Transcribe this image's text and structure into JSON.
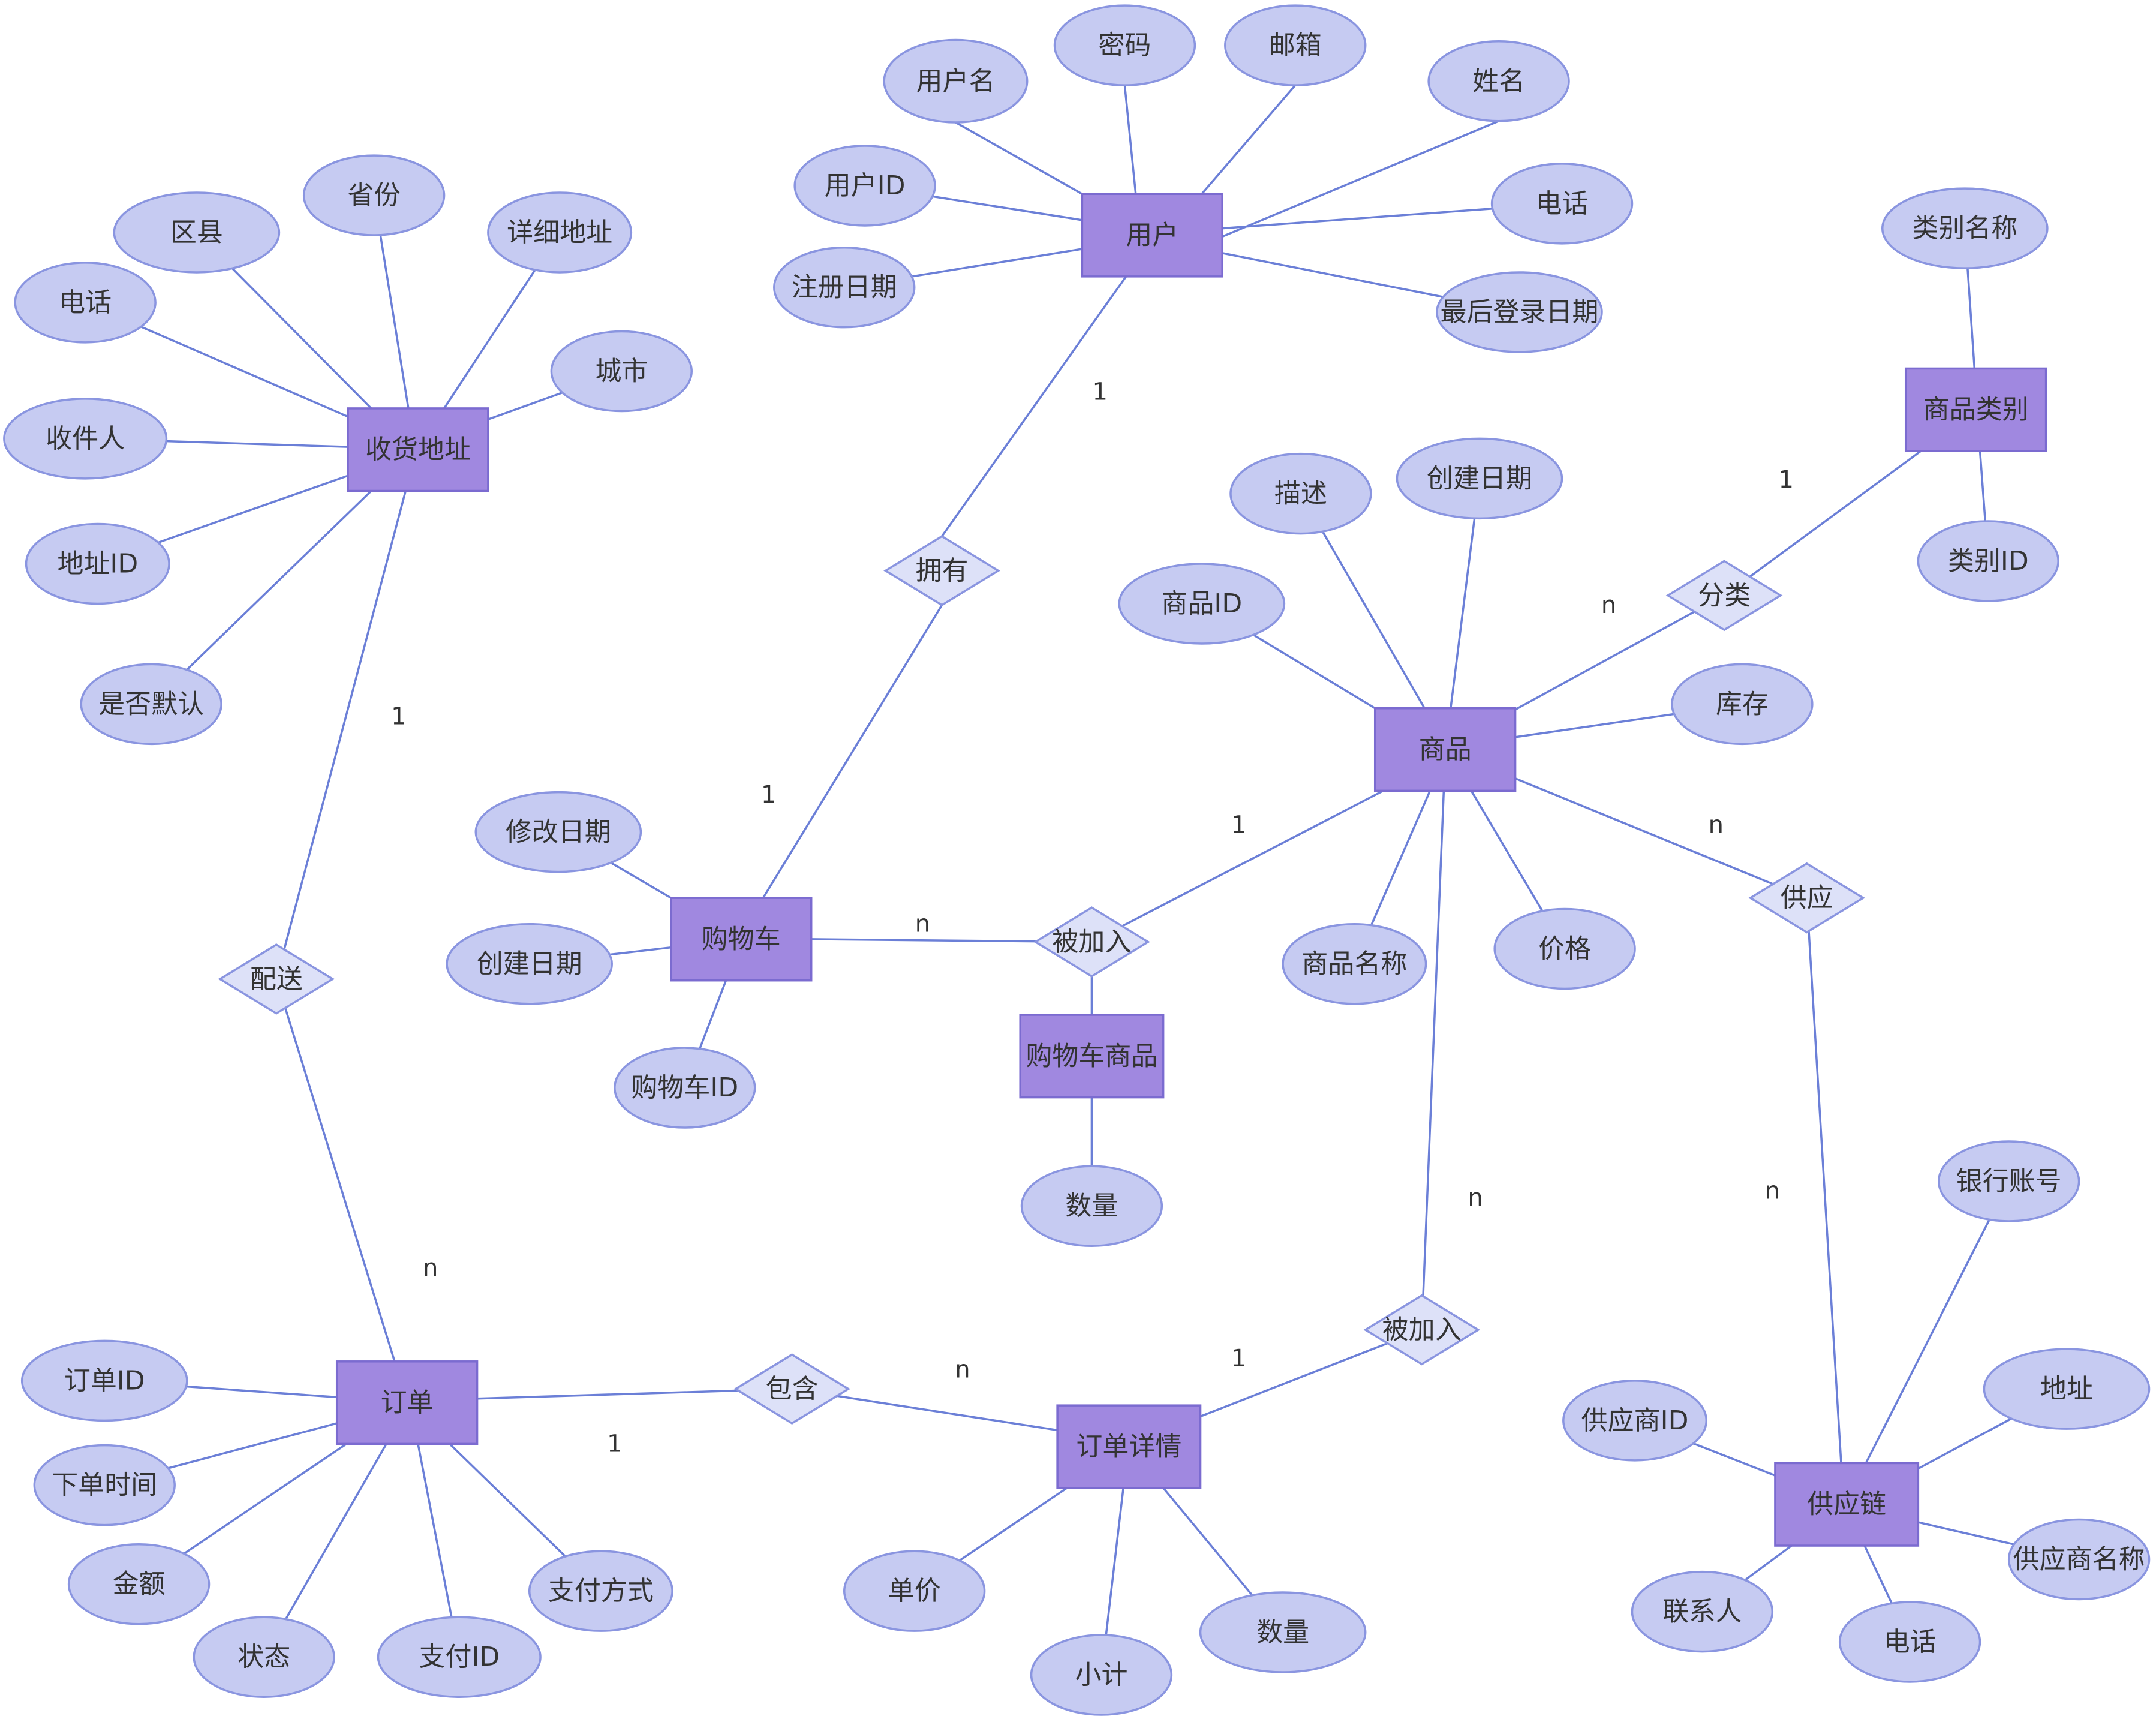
{
  "colors": {
    "entity_fill": "#a088e0",
    "attribute_fill": "#c6cbf2",
    "relationship_fill": "#dde1f8",
    "line": "#6b7fd7",
    "text": "#333333"
  },
  "entities": [
    {
      "id": "user",
      "label": "用户"
    },
    {
      "id": "address",
      "label": "收货地址"
    },
    {
      "id": "category",
      "label": "商品类别"
    },
    {
      "id": "product",
      "label": "商品"
    },
    {
      "id": "cart",
      "label": "购物车"
    },
    {
      "id": "cart_item",
      "label": "购物车商品"
    },
    {
      "id": "order",
      "label": "订单"
    },
    {
      "id": "order_detail",
      "label": "订单详情"
    },
    {
      "id": "supply",
      "label": "供应链"
    }
  ],
  "relationships": [
    {
      "id": "r_own",
      "label": "拥有"
    },
    {
      "id": "r_classify",
      "label": "分类"
    },
    {
      "id": "r_cart_add",
      "label": "被加入"
    },
    {
      "id": "r_supply",
      "label": "供应"
    },
    {
      "id": "r_deliver",
      "label": "配送"
    },
    {
      "id": "r_contain",
      "label": "包含"
    },
    {
      "id": "r_detail_add",
      "label": "被加入"
    }
  ],
  "attributes": [
    {
      "id": "u_name",
      "label": "用户名",
      "entity": "user"
    },
    {
      "id": "u_pwd",
      "label": "密码",
      "entity": "user"
    },
    {
      "id": "u_mail",
      "label": "邮箱",
      "entity": "user"
    },
    {
      "id": "u_real",
      "label": "姓名",
      "entity": "user"
    },
    {
      "id": "u_id",
      "label": "用户ID",
      "entity": "user"
    },
    {
      "id": "u_phone",
      "label": "电话",
      "entity": "user"
    },
    {
      "id": "u_reg",
      "label": "注册日期",
      "entity": "user"
    },
    {
      "id": "u_last",
      "label": "最后登录日期",
      "entity": "user"
    },
    {
      "id": "a_district",
      "label": "区县",
      "entity": "address"
    },
    {
      "id": "a_prov",
      "label": "省份",
      "entity": "address"
    },
    {
      "id": "a_detail",
      "label": "详细地址",
      "entity": "address"
    },
    {
      "id": "a_phone",
      "label": "电话",
      "entity": "address"
    },
    {
      "id": "a_city",
      "label": "城市",
      "entity": "address"
    },
    {
      "id": "a_recv",
      "label": "收件人",
      "entity": "address"
    },
    {
      "id": "a_id",
      "label": "地址ID",
      "entity": "address"
    },
    {
      "id": "a_default",
      "label": "是否默认",
      "entity": "address"
    },
    {
      "id": "c_name",
      "label": "类别名称",
      "entity": "category"
    },
    {
      "id": "c_id",
      "label": "类别ID",
      "entity": "category"
    },
    {
      "id": "p_desc",
      "label": "描述",
      "entity": "product"
    },
    {
      "id": "p_created",
      "label": "创建日期",
      "entity": "product"
    },
    {
      "id": "p_id",
      "label": "商品ID",
      "entity": "product"
    },
    {
      "id": "p_stock",
      "label": "库存",
      "entity": "product"
    },
    {
      "id": "p_name",
      "label": "商品名称",
      "entity": "product"
    },
    {
      "id": "p_price",
      "label": "价格",
      "entity": "product"
    },
    {
      "id": "ca_mod",
      "label": "修改日期",
      "entity": "cart"
    },
    {
      "id": "ca_created",
      "label": "创建日期",
      "entity": "cart"
    },
    {
      "id": "ca_id",
      "label": "购物车ID",
      "entity": "cart"
    },
    {
      "id": "ci_qty",
      "label": "数量",
      "entity": "cart_item"
    },
    {
      "id": "o_id",
      "label": "订单ID",
      "entity": "order"
    },
    {
      "id": "o_time",
      "label": "下单时间",
      "entity": "order"
    },
    {
      "id": "o_amount",
      "label": "金额",
      "entity": "order"
    },
    {
      "id": "o_status",
      "label": "状态",
      "entity": "order"
    },
    {
      "id": "o_payid",
      "label": "支付ID",
      "entity": "order"
    },
    {
      "id": "o_paymethod",
      "label": "支付方式",
      "entity": "order"
    },
    {
      "id": "od_price",
      "label": "单价",
      "entity": "order_detail"
    },
    {
      "id": "od_sub",
      "label": "小计",
      "entity": "order_detail"
    },
    {
      "id": "od_qty",
      "label": "数量",
      "entity": "order_detail"
    },
    {
      "id": "s_bank",
      "label": "银行账号",
      "entity": "supply"
    },
    {
      "id": "s_addr",
      "label": "地址",
      "entity": "supply"
    },
    {
      "id": "s_id",
      "label": "供应商ID",
      "entity": "supply"
    },
    {
      "id": "s_name",
      "label": "供应商名称",
      "entity": "supply"
    },
    {
      "id": "s_contact",
      "label": "联系人",
      "entity": "supply"
    },
    {
      "id": "s_phone",
      "label": "电话",
      "entity": "supply"
    }
  ],
  "cardinalities": [
    {
      "id": "k_user_own",
      "label": "1"
    },
    {
      "id": "k_cart_own",
      "label": "1"
    },
    {
      "id": "k_cat_classify",
      "label": "1"
    },
    {
      "id": "k_prod_classify",
      "label": "n"
    },
    {
      "id": "k_prod_cartadd",
      "label": "1"
    },
    {
      "id": "k_cart_cartadd",
      "label": "n"
    },
    {
      "id": "k_prod_supply",
      "label": "n"
    },
    {
      "id": "k_supply_supply",
      "label": "n"
    },
    {
      "id": "k_addr_deliver",
      "label": "1"
    },
    {
      "id": "k_order_deliver",
      "label": "n"
    },
    {
      "id": "k_order_contain",
      "label": "1"
    },
    {
      "id": "k_detail_contain",
      "label": "n"
    },
    {
      "id": "k_prod_detailadd",
      "label": "n"
    },
    {
      "id": "k_detail_detailadd",
      "label": "1"
    }
  ]
}
